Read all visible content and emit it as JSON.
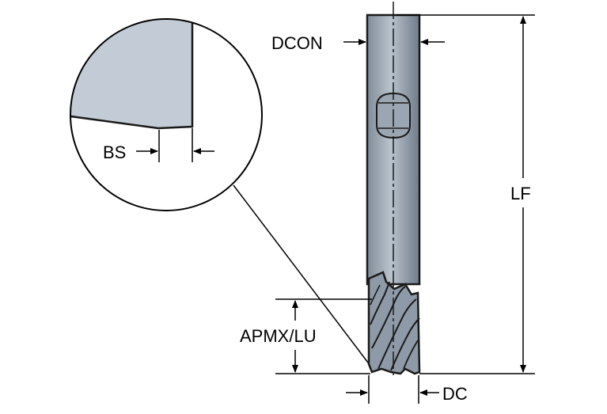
{
  "labels": {
    "dcon": "DCON",
    "bs": "BS",
    "lf": "LF",
    "apmx_lu": "APMX/LU",
    "dc": "DC"
  },
  "colors": {
    "tool_fill": "#a9b4c0",
    "tool_stroke": "#1a1a1a",
    "detail_fill": "#c3ccd6",
    "line": "#000000"
  }
}
